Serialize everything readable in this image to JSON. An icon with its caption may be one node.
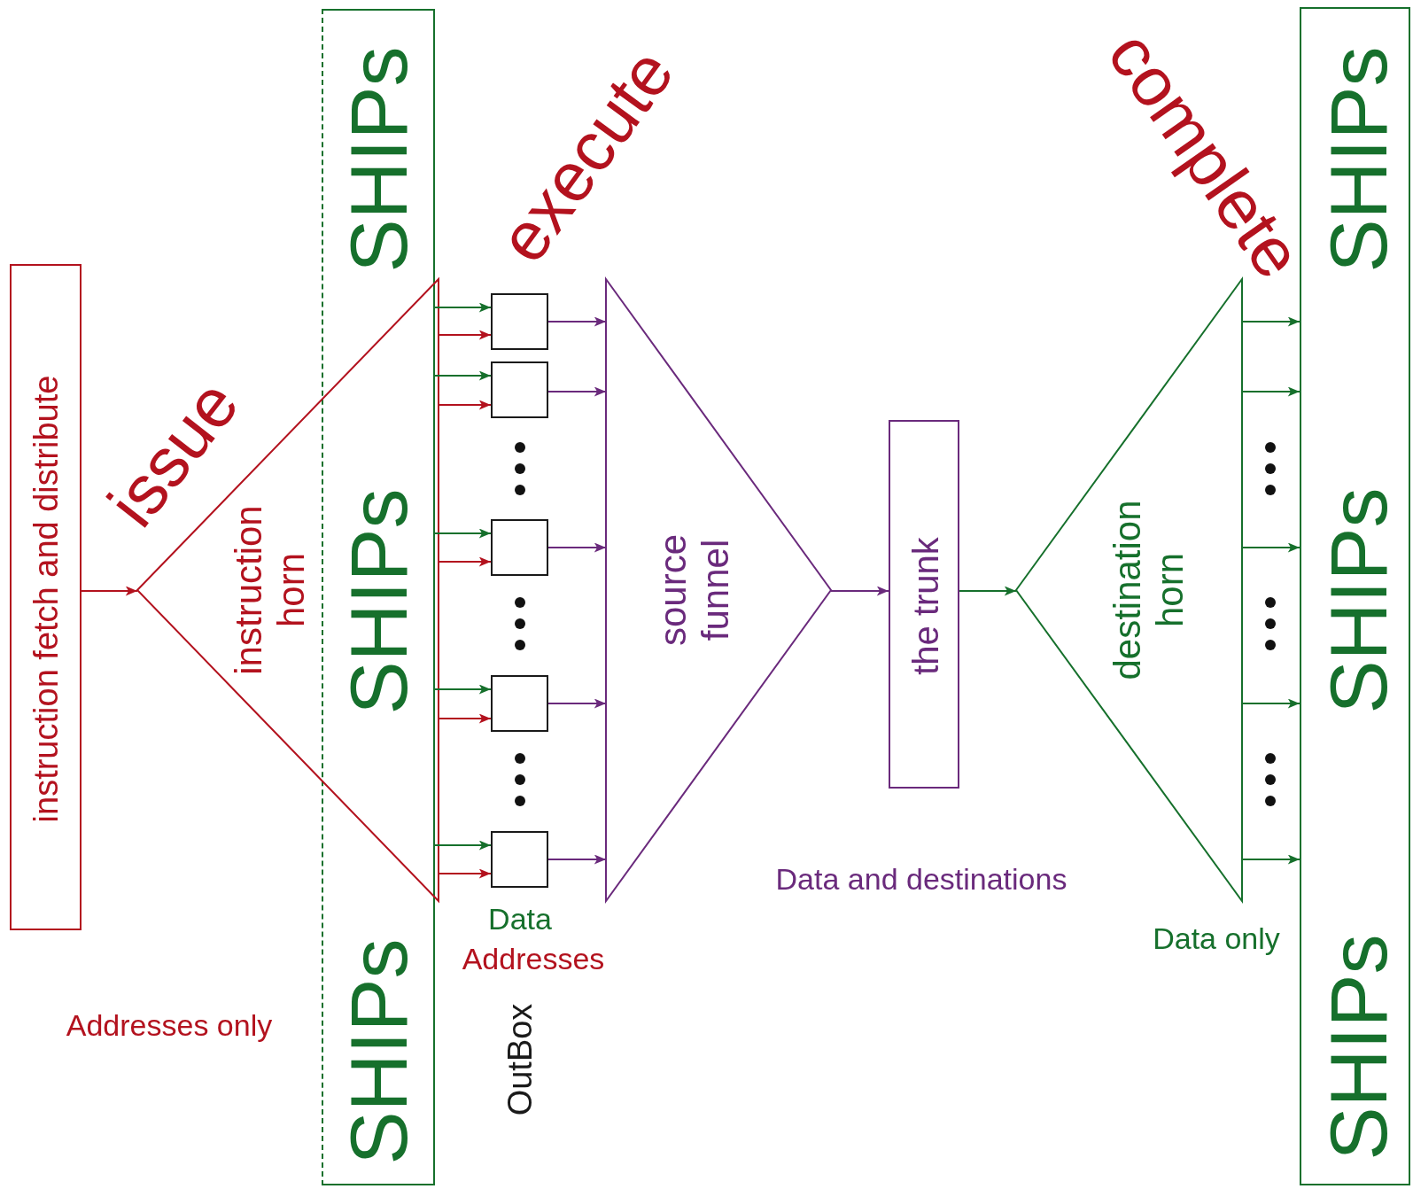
{
  "diagram": {
    "nodes": [
      {
        "text": [
          "instruction fetch and distribute"
        ]
      },
      {
        "text": [
          "SHIPs",
          "SHIPs",
          "SHIPs"
        ]
      },
      {
        "text": [
          "instruction horn"
        ]
      },
      {
        "text": [],
        "shape": "box"
      },
      {
        "text": [],
        "shape": "box"
      },
      {
        "text": [],
        "shape": "box"
      },
      {
        "text": [],
        "shape": "box"
      },
      {
        "text": [],
        "shape": "box"
      },
      {
        "text": [
          "source funnel"
        ]
      },
      {
        "text": [
          "the trunk"
        ]
      },
      {
        "text": [
          "destination horn"
        ]
      },
      {
        "text": [
          "SHIPs",
          "SHIPs",
          "SHIPs"
        ]
      }
    ],
    "edges": [
      {
        "from": 0,
        "to": 2,
        "arrow": "to",
        "color": "#b3121e"
      },
      {
        "from": 2,
        "to": 3,
        "arrow": "to",
        "color": "#b3121e"
      },
      {
        "from": 2,
        "to": 4,
        "arrow": "to",
        "color": "#b3121e"
      },
      {
        "from": 2,
        "to": 5,
        "arrow": "to",
        "color": "#b3121e"
      },
      {
        "from": 2,
        "to": 6,
        "arrow": "to",
        "color": "#b3121e"
      },
      {
        "from": 2,
        "to": 7,
        "arrow": "to",
        "color": "#b3121e"
      },
      {
        "from": 1,
        "to": 3,
        "arrow": "to"
      },
      {
        "from": 1,
        "to": 4,
        "arrow": "to"
      },
      {
        "from": 1,
        "to": 5,
        "arrow": "to"
      },
      {
        "from": 1,
        "to": 6,
        "arrow": "to"
      },
      {
        "from": 1,
        "to": 7,
        "arrow": "to"
      },
      {
        "from": 3,
        "to": 8,
        "arrow": "to",
        "color": "#6a2a7c"
      },
      {
        "from": 4,
        "to": 8,
        "arrow": "to",
        "color": "#6a2a7c"
      },
      {
        "from": 5,
        "to": 8,
        "arrow": "to",
        "color": "#6a2a7c"
      },
      {
        "from": 6,
        "to": 8,
        "arrow": "to",
        "color": "#6a2a7c"
      },
      {
        "from": 7,
        "to": 8,
        "arrow": "to",
        "color": "#6a2a7c"
      },
      {
        "from": 8,
        "to": 9,
        "arrow": "to",
        "color": "#6a2a7c"
      },
      {
        "from": 9,
        "to": 10,
        "arrow": "to"
      },
      {
        "from": 10,
        "to": 11,
        "arrow": "to"
      },
      {
        "from": 10,
        "to": 11,
        "arrow": "to"
      },
      {
        "from": 10,
        "to": 11,
        "arrow": "to"
      },
      {
        "from": 10,
        "to": 11,
        "arrow": "to"
      },
      {
        "from": 10,
        "to": 11,
        "arrow": "to"
      }
    ],
    "labels": [
      "execute",
      "complete",
      "issue",
      "Data",
      "Addresses",
      "Data and destinations",
      "Data only",
      "Addresses only",
      "OutBox"
    ]
  }
}
